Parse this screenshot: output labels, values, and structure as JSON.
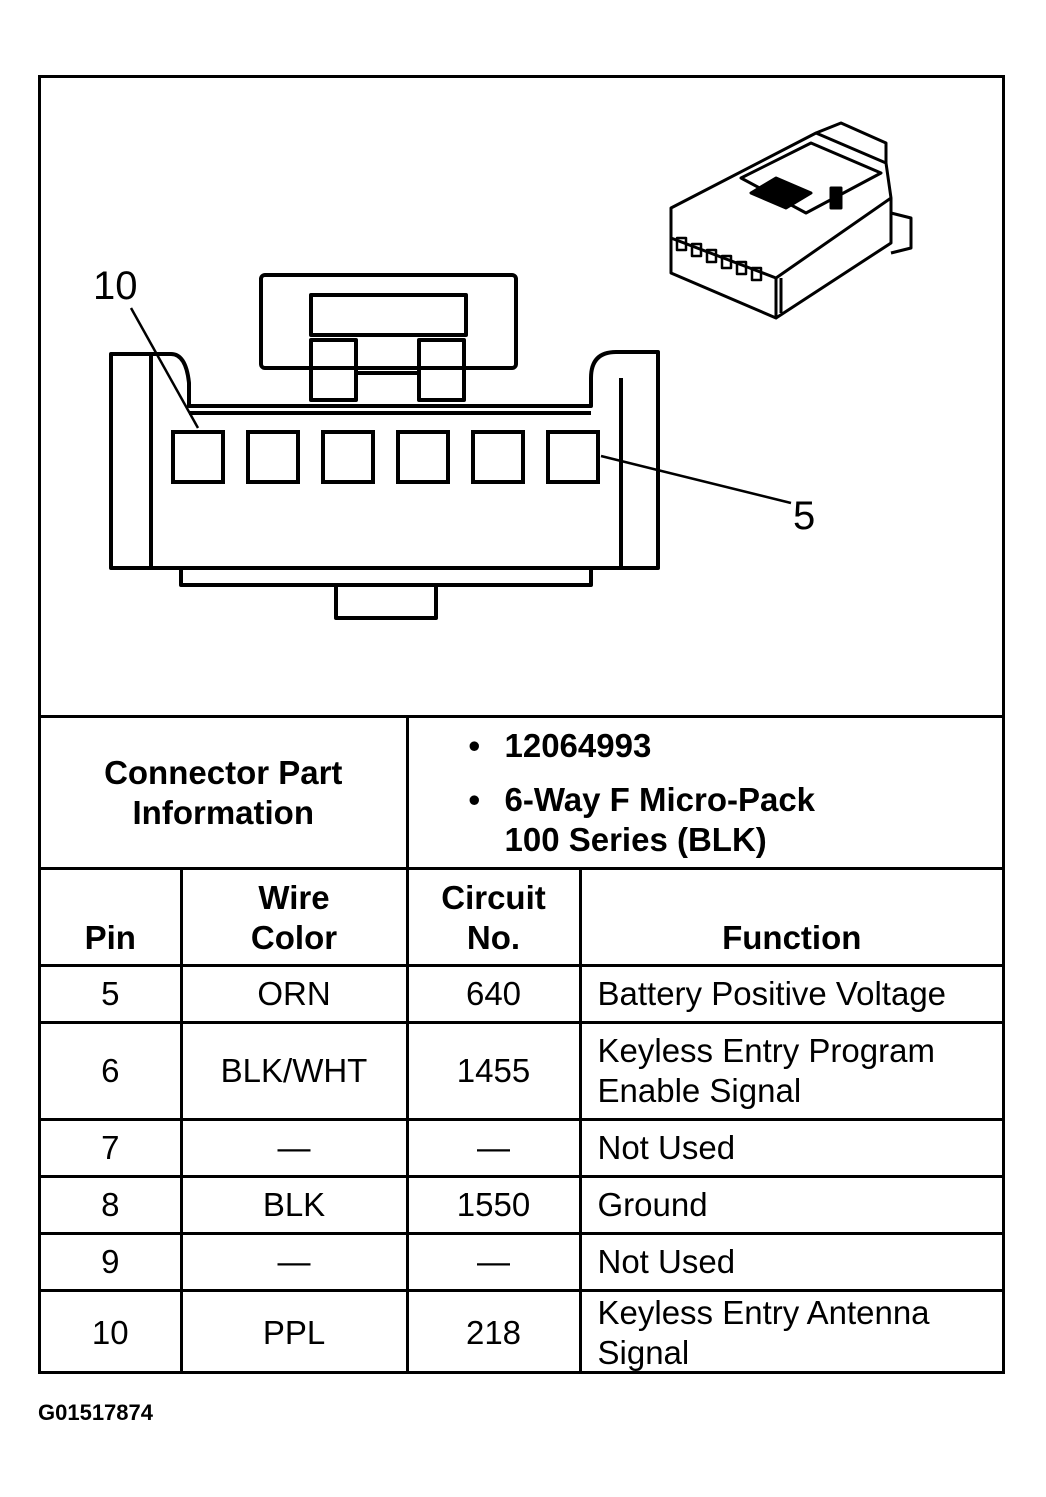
{
  "diagram": {
    "pin_label_left": "10",
    "pin_label_right": "5",
    "cavity_count": 6
  },
  "part_info": {
    "label_line1": "Connector Part",
    "label_line2": "Information",
    "bullets": [
      {
        "lines": [
          "12064993"
        ]
      },
      {
        "lines": [
          "6-Way F Micro-Pack",
          "100 Series (BLK)"
        ]
      }
    ]
  },
  "headers": {
    "pin": "Pin",
    "wire_line1": "Wire",
    "wire_line2": "Color",
    "circuit_line1": "Circuit",
    "circuit_line2": "No.",
    "function": "Function"
  },
  "rows": [
    {
      "pin": "5",
      "wire": "ORN",
      "circuit": "640",
      "function_line1": "Battery Positive Voltage",
      "function_line2": ""
    },
    {
      "pin": "6",
      "wire": "BLK/WHT",
      "circuit": "1455",
      "function_line1": "Keyless Entry Program",
      "function_line2": "Enable Signal"
    },
    {
      "pin": "7",
      "wire": "—",
      "circuit": "—",
      "function_line1": "Not Used",
      "function_line2": ""
    },
    {
      "pin": "8",
      "wire": "BLK",
      "circuit": "1550",
      "function_line1": "Ground",
      "function_line2": ""
    },
    {
      "pin": "9",
      "wire": "—",
      "circuit": "—",
      "function_line1": "Not Used",
      "function_line2": ""
    },
    {
      "pin": "10",
      "wire": "PPL",
      "circuit": "218",
      "function_line1": "Keyless Entry Antenna",
      "function_line2": "Signal"
    }
  ],
  "figure_code": "G01517874"
}
